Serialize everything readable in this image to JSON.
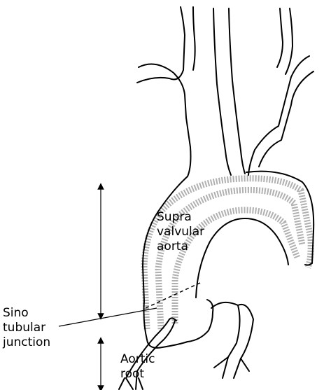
{
  "labels": {
    "supra_valvular_aorta": [
      "Supra",
      "valvular",
      "aorta"
    ],
    "sino_tubular_junction": [
      "Sino",
      "tubular",
      "junction"
    ],
    "aortic_root": [
      "Aortic",
      "root"
    ]
  },
  "colors": {
    "outline": "#000000",
    "wall_shading": "#a8a8a8",
    "background": "#ffffff"
  }
}
